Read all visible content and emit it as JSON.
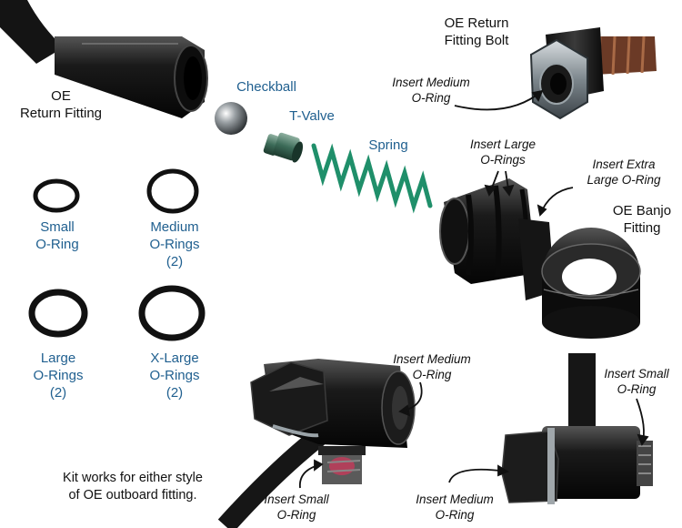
{
  "parts": {
    "oe_return_fitting": "OE\nReturn Fitting",
    "oe_return_fitting_bolt": "OE Return\nFitting Bolt",
    "checkball": "Checkball",
    "t_valve": "T-Valve",
    "spring": "Spring",
    "oe_banjo_fitting": "OE Banjo\nFitting"
  },
  "orings": {
    "small": "Small\nO-Ring",
    "medium": "Medium\nO-Rings\n(2)",
    "large": "Large\nO-Rings\n(2)",
    "xlarge": "X-Large\nO-Rings\n(2)"
  },
  "annotations": {
    "bolt_insert_medium": "Insert Medium\nO-Ring",
    "banjo_insert_large": "Insert Large\nO-Rings",
    "banjo_insert_xlarge": "Insert Extra\nLarge O-Ring",
    "style1_insert_medium": "Insert Medium\nO-Ring",
    "style1_insert_small": "Insert Small\nO-Ring",
    "style2_insert_small": "Insert Small\nO-Ring",
    "style2_insert_medium": "Insert Medium\nO-Ring"
  },
  "note": "Kit works for either style\nof OE outboard fitting.",
  "colors": {
    "label_blue": "#1f5f8f",
    "spring_green": "#1f8f6a",
    "part_black": "#1a1a1a"
  }
}
